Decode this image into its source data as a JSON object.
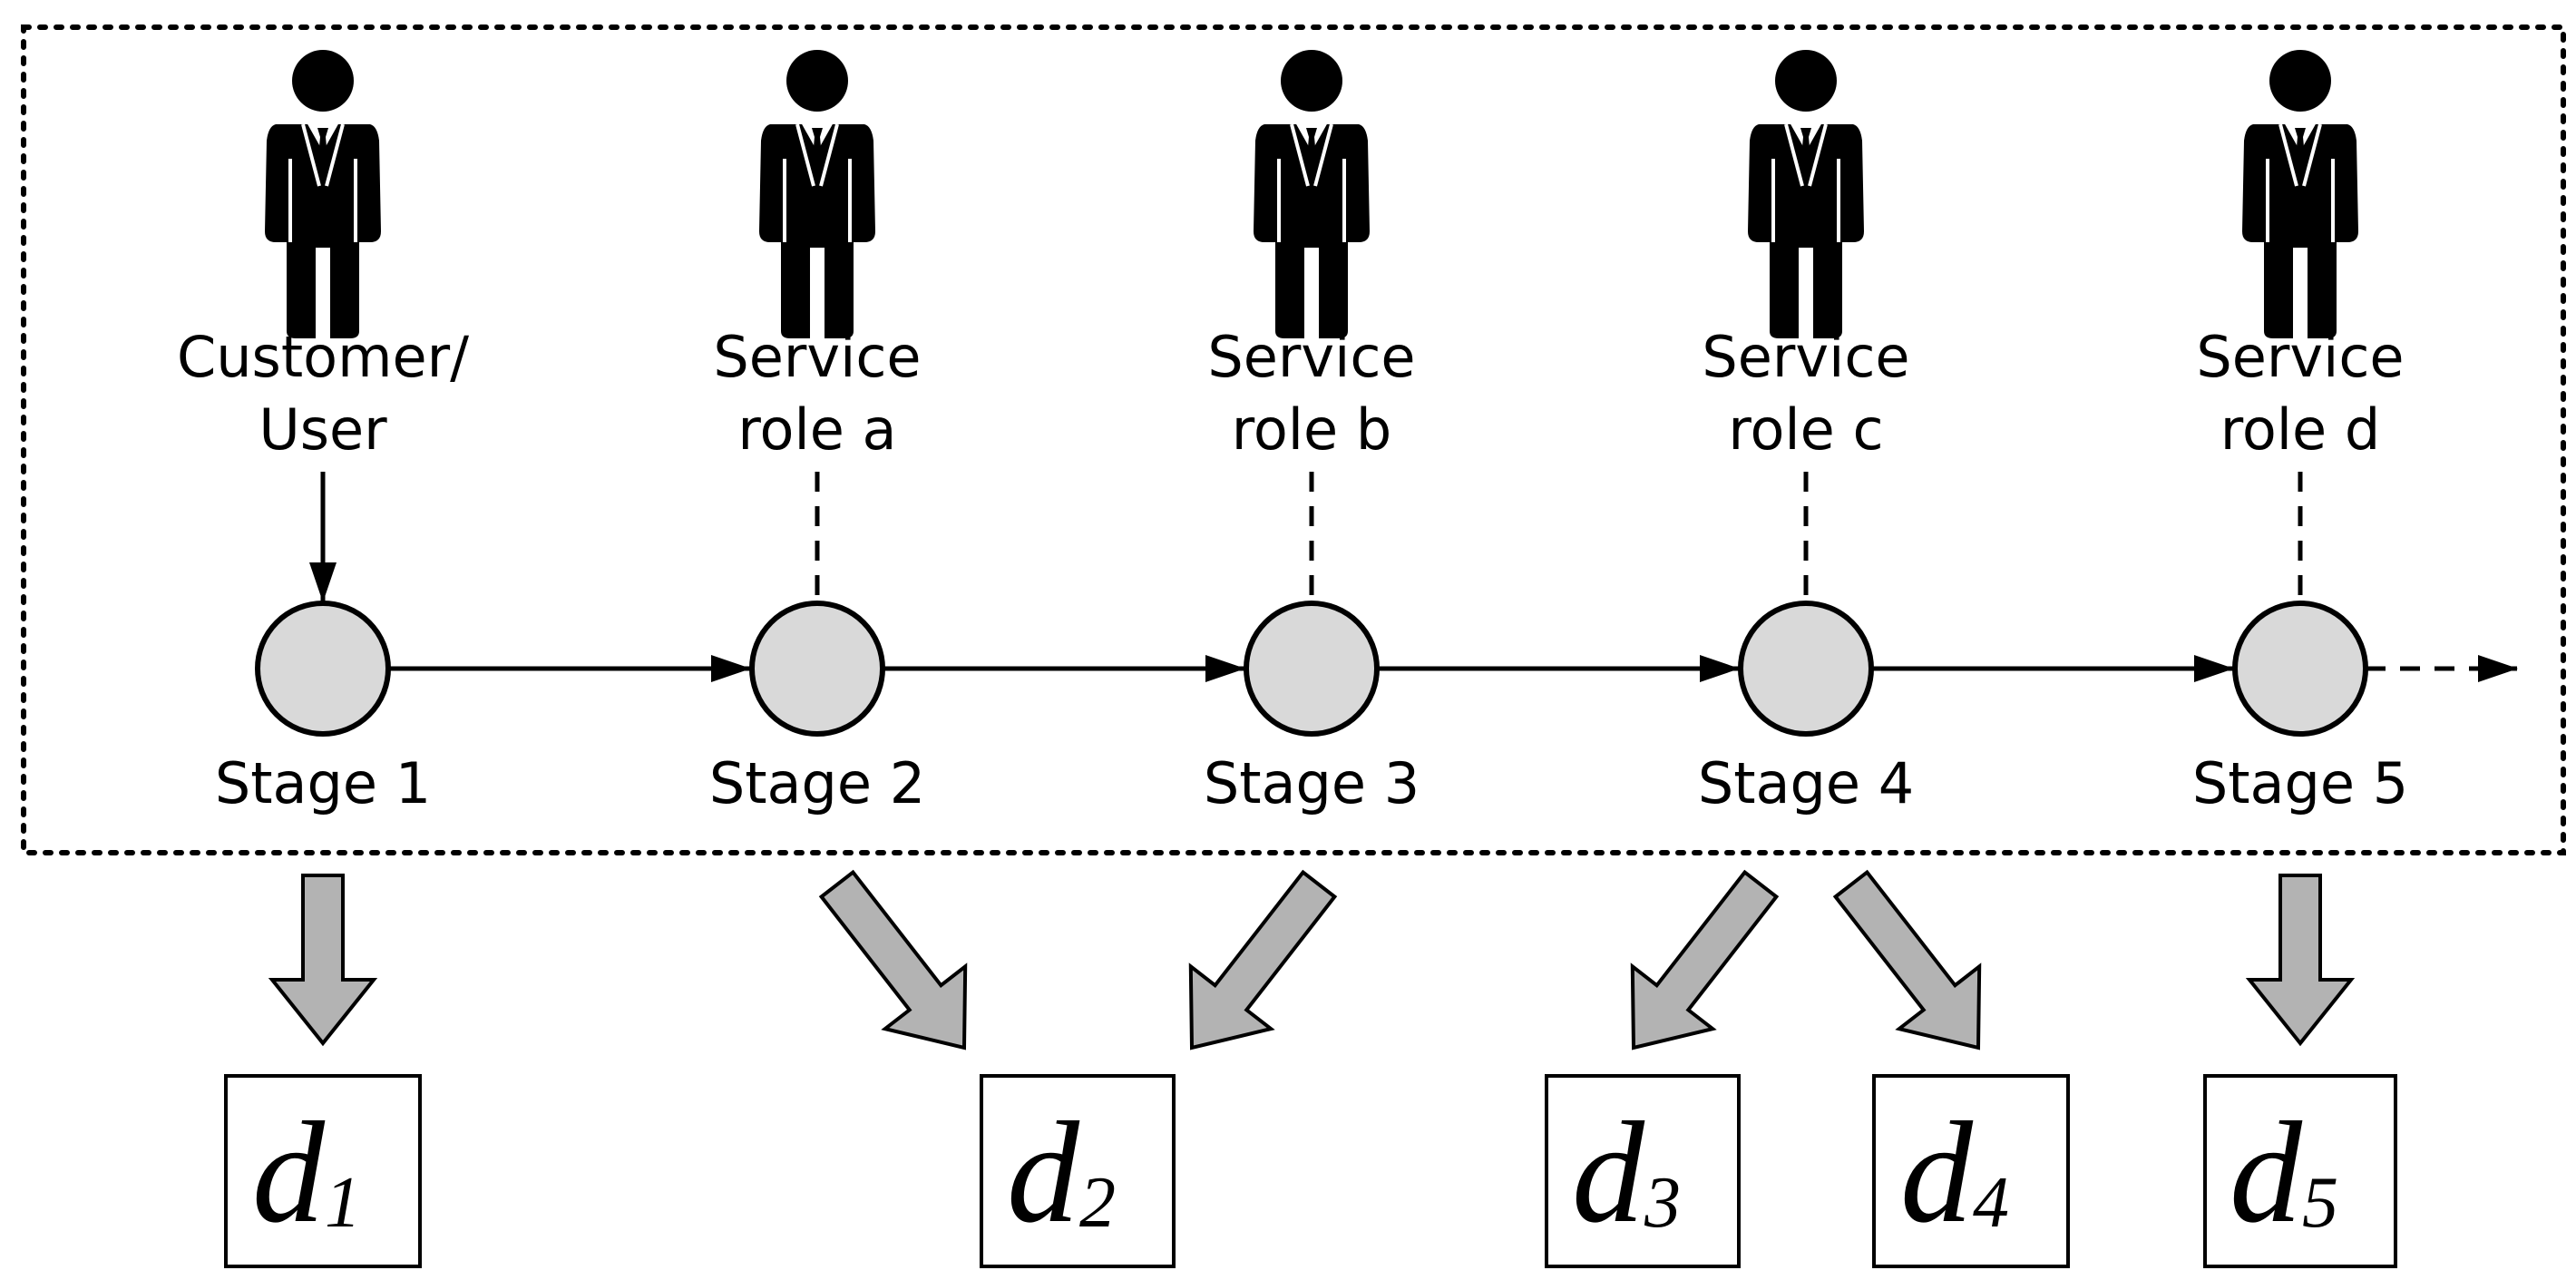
{
  "actors": [
    {
      "label_lines": [
        "Customer/",
        "User"
      ],
      "icon": "person-in-suit-icon",
      "connection": "arrow"
    },
    {
      "label_lines": [
        "Service",
        "role a"
      ],
      "icon": "person-in-suit-icon",
      "connection": "dashed"
    },
    {
      "label_lines": [
        "Service",
        "role b"
      ],
      "icon": "person-in-suit-icon",
      "connection": "dashed"
    },
    {
      "label_lines": [
        "Service",
        "role c"
      ],
      "icon": "person-in-suit-icon",
      "connection": "dashed"
    },
    {
      "label_lines": [
        "Service",
        "role d"
      ],
      "icon": "person-in-suit-icon",
      "connection": "dashed"
    }
  ],
  "stages": [
    {
      "label": "Stage 1"
    },
    {
      "label": "Stage 2"
    },
    {
      "label": "Stage 3"
    },
    {
      "label": "Stage 4"
    },
    {
      "label": "Stage 5"
    }
  ],
  "outputs": [
    {
      "main": "d",
      "sub": "1",
      "from_stages": [
        "Stage 1"
      ]
    },
    {
      "main": "d",
      "sub": "2",
      "from_stages": [
        "Stage 2",
        "Stage 3"
      ]
    },
    {
      "main": "d",
      "sub": "3",
      "from_stages": [
        "Stage 4"
      ]
    },
    {
      "main": "d",
      "sub": "4",
      "from_stages": [
        "Stage 4"
      ]
    },
    {
      "main": "d",
      "sub": "5",
      "from_stages": [
        "Stage 5"
      ]
    }
  ],
  "colors": {
    "node_fill": "#d9d9d9",
    "output_arrow_fill": "#b3b3b3",
    "stroke": "#000000",
    "background": "#ffffff"
  }
}
